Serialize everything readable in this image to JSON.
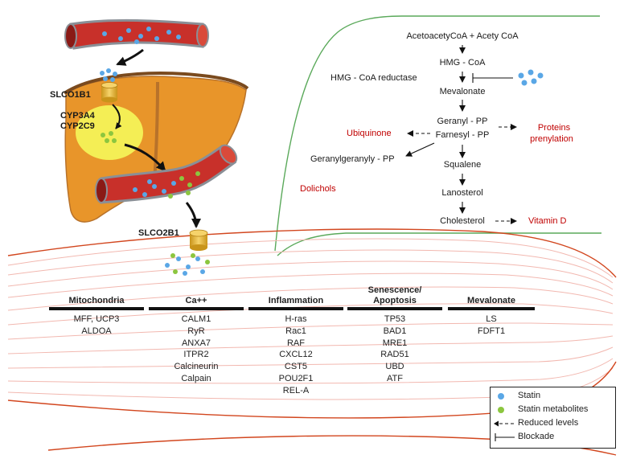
{
  "transporters": {
    "slco1b1": "SLCO1B1",
    "cyp3a4": "CYP3A4",
    "cyp2c9": "CYP2C9",
    "slco2b1": "SLCO2B1"
  },
  "pathway": {
    "acetoacetyl": "AcetoacetyCoA + Acety CoA",
    "hmg": "HMG - CoA",
    "hmg_reductase": "HMG - CoA reductase",
    "mevalonate": "Mevalonate",
    "geranyl": "Geranyl - PP",
    "farnesyl": "Farnesyl - PP",
    "ubiquinone": "Ubiquinone",
    "proteins": "Proteins",
    "prenylation": "prenylation",
    "geranylgeranyl": "Geranylgeranyly - PP",
    "squalene": "Squalene",
    "dolichols": "Dolichols",
    "lanosterol": "Lanosterol",
    "cholesterol": "Cholesterol",
    "vitamin_d": "Vitamin D"
  },
  "categories": [
    {
      "title": "Mitochondria",
      "title2": "",
      "genes": [
        "MFF, UCP3",
        "ALDOA"
      ]
    },
    {
      "title": "Ca++",
      "title2": "",
      "genes": [
        "CALM1",
        "RyR",
        "ANXA7",
        "ITPR2",
        "Calcineurin",
        "Calpain"
      ]
    },
    {
      "title": "Inflammation",
      "title2": "",
      "genes": [
        "H-ras",
        "Rac1",
        "RAF",
        "CXCL12",
        "CST5",
        "POU2F1",
        "REL-A"
      ]
    },
    {
      "title": "Senescence/",
      "title2": "Apoptosis",
      "genes": [
        "TP53",
        "BAD1",
        "MRE1",
        "RAD51",
        "UBD",
        "ATF"
      ]
    },
    {
      "title": "Mevalonate",
      "title2": "",
      "genes": [
        "LS",
        "FDFT1"
      ]
    }
  ],
  "legend": {
    "statin": "Statin",
    "metabolites": "Statin metabolites",
    "reduced": "Reduced levels",
    "blockade": "Blockade"
  },
  "colors": {
    "statin": "#5aa7e6",
    "metabolite": "#8cc63f",
    "vessel": "#c8302a",
    "liver": "#e8952a",
    "liver_core": "#f4ee55",
    "muscle_line": "#d2461e",
    "pathway_text_red": "#c00000",
    "bubble_green": "#5aa95a"
  }
}
